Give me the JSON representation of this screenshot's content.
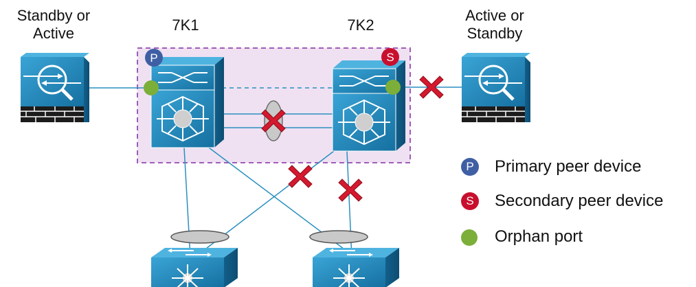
{
  "labels": {
    "firewall_left": [
      "Standby or",
      "Active"
    ],
    "firewall_right": [
      "Active or",
      "Standby"
    ],
    "switch_1": "7K1",
    "switch_2": "7K2"
  },
  "badges": {
    "primary": "P",
    "secondary": "S"
  },
  "legend": [
    {
      "icon": "primary-badge-icon",
      "symbol": "P",
      "text": "Primary peer device",
      "color": "#3f5fa4"
    },
    {
      "icon": "secondary-badge-icon",
      "symbol": "S",
      "text": "Secondary peer device",
      "color": "#c8102e"
    },
    {
      "icon": "orphan-port-icon",
      "symbol": "",
      "text": "Orphan port",
      "color": "#7cae3a"
    }
  ],
  "colors": {
    "device_blue": "#1f7fae",
    "link": "#2a8fbf",
    "fail_mark": "#d5192e",
    "vpc_domain_fill": "#efe1f2",
    "vpc_domain_border": "#a05cb8",
    "orphan_port": "#7cae3a"
  }
}
